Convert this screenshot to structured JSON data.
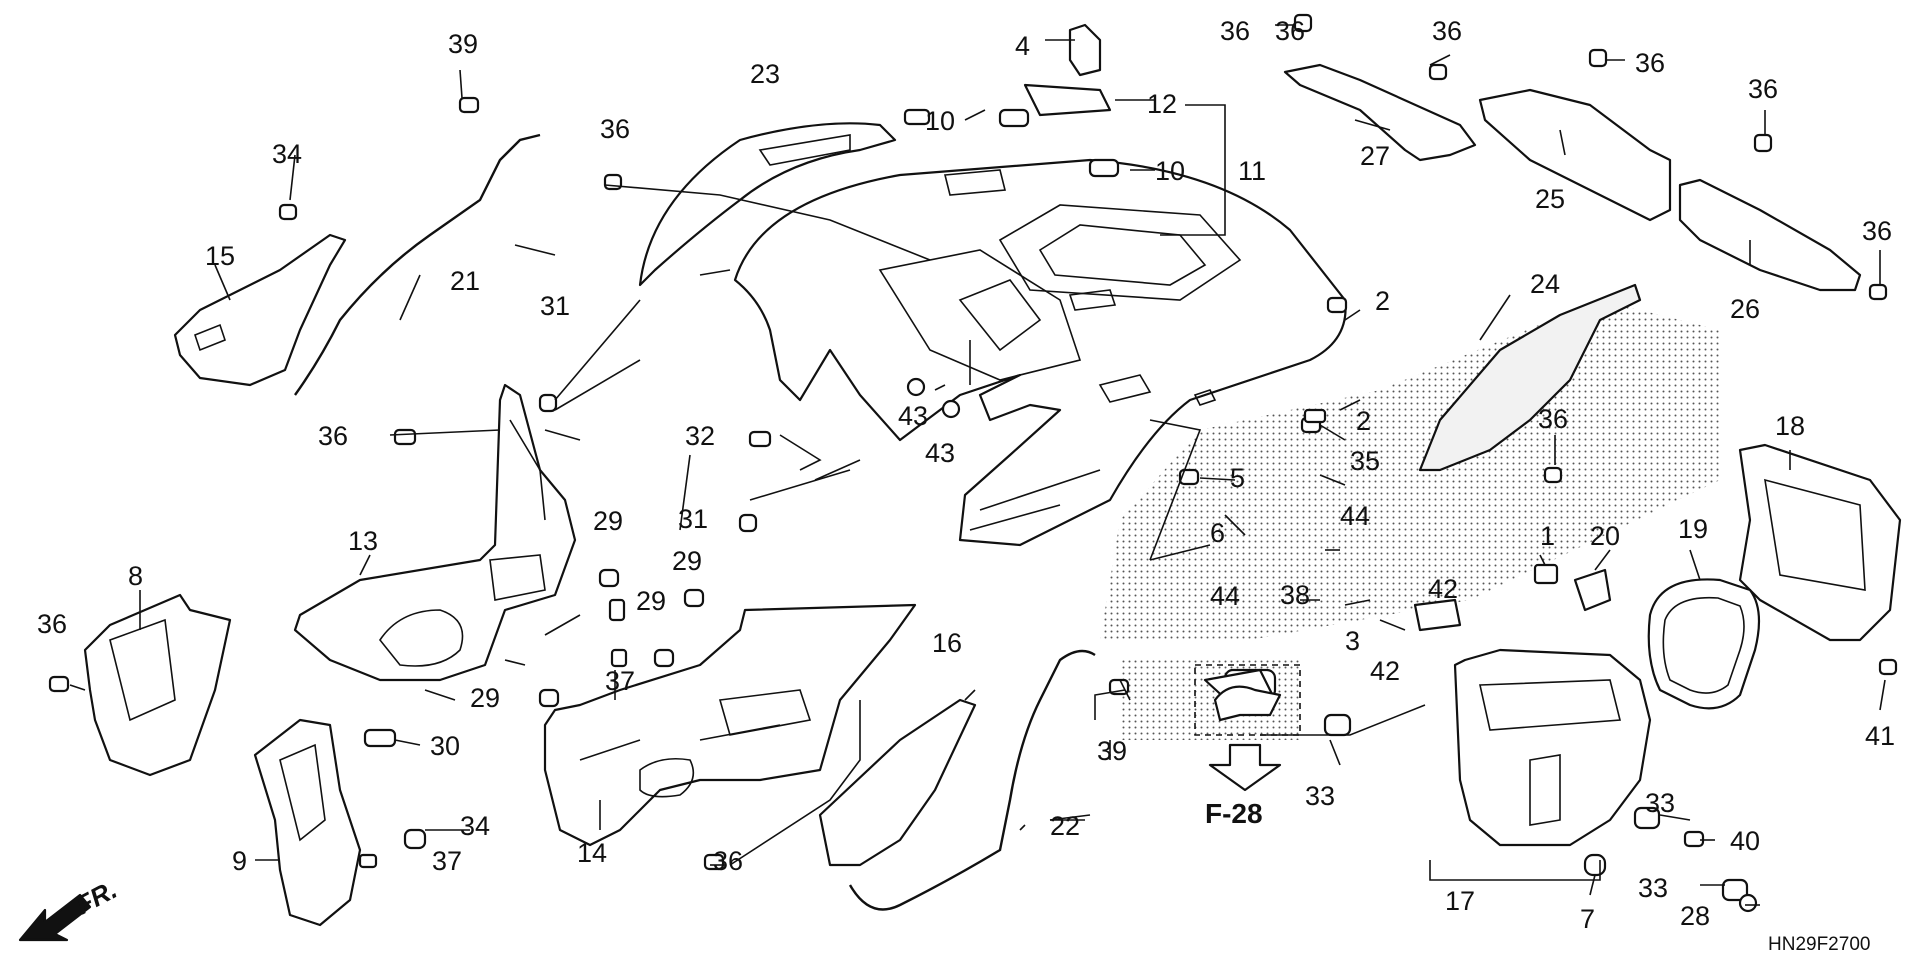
{
  "diagram_code": "HN29F2700",
  "direction_label": "FR.",
  "reference_label": "F-28",
  "callouts": [
    {
      "id": "c1",
      "text": "1"
    },
    {
      "id": "c2a",
      "text": "2"
    },
    {
      "id": "c2b",
      "text": "2"
    },
    {
      "id": "c3",
      "text": "3"
    },
    {
      "id": "c4",
      "text": "4"
    },
    {
      "id": "c5",
      "text": "5"
    },
    {
      "id": "c6",
      "text": "6"
    },
    {
      "id": "c7",
      "text": "7"
    },
    {
      "id": "c8",
      "text": "8"
    },
    {
      "id": "c9",
      "text": "9"
    },
    {
      "id": "c10a",
      "text": "10"
    },
    {
      "id": "c10b",
      "text": "10"
    },
    {
      "id": "c11",
      "text": "11"
    },
    {
      "id": "c12",
      "text": "12"
    },
    {
      "id": "c13",
      "text": "13"
    },
    {
      "id": "c14",
      "text": "14"
    },
    {
      "id": "c15",
      "text": "15"
    },
    {
      "id": "c16",
      "text": "16"
    },
    {
      "id": "c17",
      "text": "17"
    },
    {
      "id": "c18",
      "text": "18"
    },
    {
      "id": "c19",
      "text": "19"
    },
    {
      "id": "c20",
      "text": "20"
    },
    {
      "id": "c21",
      "text": "21"
    },
    {
      "id": "c22",
      "text": "22"
    },
    {
      "id": "c23",
      "text": "23"
    },
    {
      "id": "c24",
      "text": "24"
    },
    {
      "id": "c25",
      "text": "25"
    },
    {
      "id": "c26",
      "text": "26"
    },
    {
      "id": "c27",
      "text": "27"
    },
    {
      "id": "c28",
      "text": "28"
    },
    {
      "id": "c29a",
      "text": "29"
    },
    {
      "id": "c29b",
      "text": "29"
    },
    {
      "id": "c29c",
      "text": "29"
    },
    {
      "id": "c29d",
      "text": "29"
    },
    {
      "id": "c30",
      "text": "30"
    },
    {
      "id": "c31a",
      "text": "31"
    },
    {
      "id": "c31b",
      "text": "31"
    },
    {
      "id": "c32",
      "text": "32"
    },
    {
      "id": "c33a",
      "text": "33"
    },
    {
      "id": "c33b",
      "text": "33"
    },
    {
      "id": "c33c",
      "text": "33"
    },
    {
      "id": "c34a",
      "text": "34"
    },
    {
      "id": "c34b",
      "text": "34"
    },
    {
      "id": "c35",
      "text": "35"
    },
    {
      "id": "c36a",
      "text": "36"
    },
    {
      "id": "c36b",
      "text": "36"
    },
    {
      "id": "c36c",
      "text": "36"
    },
    {
      "id": "c36d",
      "text": "36"
    },
    {
      "id": "c36e",
      "text": "36"
    },
    {
      "id": "c36f",
      "text": "36"
    },
    {
      "id": "c36g",
      "text": "36"
    },
    {
      "id": "c36h",
      "text": "36"
    },
    {
      "id": "c36i",
      "text": "36"
    },
    {
      "id": "c36j",
      "text": "36"
    },
    {
      "id": "c36k",
      "text": "36"
    },
    {
      "id": "c37a",
      "text": "37"
    },
    {
      "id": "c37b",
      "text": "37"
    },
    {
      "id": "c38",
      "text": "38"
    },
    {
      "id": "c39a",
      "text": "39"
    },
    {
      "id": "c39b",
      "text": "39"
    },
    {
      "id": "c40",
      "text": "40"
    },
    {
      "id": "c41",
      "text": "41"
    },
    {
      "id": "c42a",
      "text": "42"
    },
    {
      "id": "c42b",
      "text": "42"
    },
    {
      "id": "c43a",
      "text": "43"
    },
    {
      "id": "c43b",
      "text": "43"
    },
    {
      "id": "c44a",
      "text": "44"
    },
    {
      "id": "c44b",
      "text": "44"
    }
  ]
}
